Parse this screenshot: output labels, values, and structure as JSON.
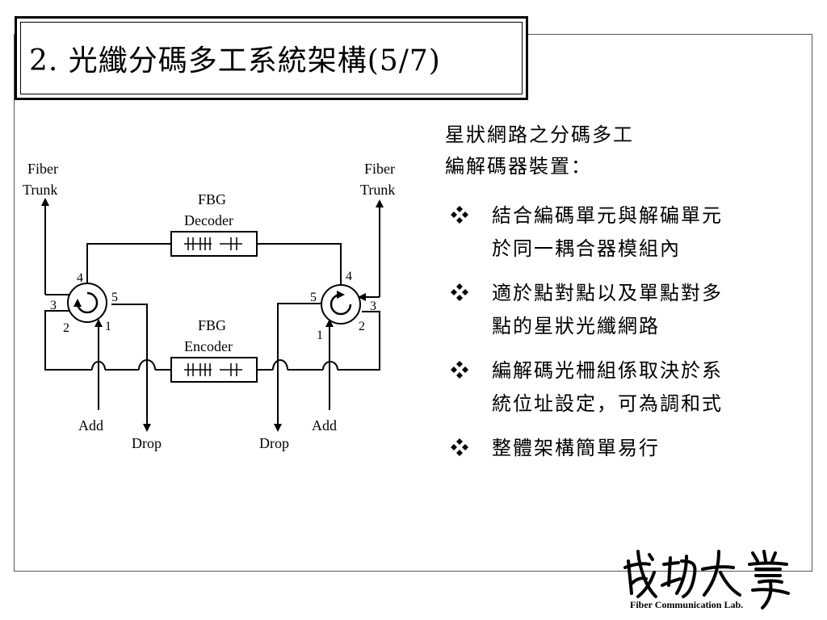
{
  "title": "2. 光纖分碼多工系統架構(5/7)",
  "intro": [
    "星狀網路之分碼多工",
    "編解碼器裝置："
  ],
  "bullets": [
    {
      "icon": "four-diamond-icon",
      "lines": [
        "結合編碼單元與解碥單元",
        "於同一耦合器模組內"
      ]
    },
    {
      "icon": "four-diamond-icon",
      "lines": [
        "適於點對點以及單點對多",
        "點的星狀光纖網路"
      ]
    },
    {
      "icon": "four-diamond-icon",
      "lines": [
        "編解碼光柵組係取決於系",
        "統位址設定，可為調和式"
      ]
    },
    {
      "icon": "four-diamond-icon",
      "lines": [
        "整體架構簡單易行"
      ]
    }
  ],
  "diagram": {
    "left_trunk": [
      "Fiber",
      "Trunk"
    ],
    "right_trunk": [
      "Fiber",
      "Trunk"
    ],
    "decoder": [
      "FBG",
      "Decoder"
    ],
    "encoder": [
      "FBG",
      "Encoder"
    ],
    "add_label": "Add",
    "drop_label": "Drop",
    "ports_left": {
      "p1": "1",
      "p2": "2",
      "p3": "3",
      "p4": "4",
      "p5": "5"
    },
    "ports_right": {
      "p1": "1",
      "p2": "2",
      "p3": "3",
      "p4": "4",
      "p5": "5"
    }
  },
  "logo": {
    "calligraphy": "成功大學",
    "caption": "Fiber Communication Lab."
  }
}
